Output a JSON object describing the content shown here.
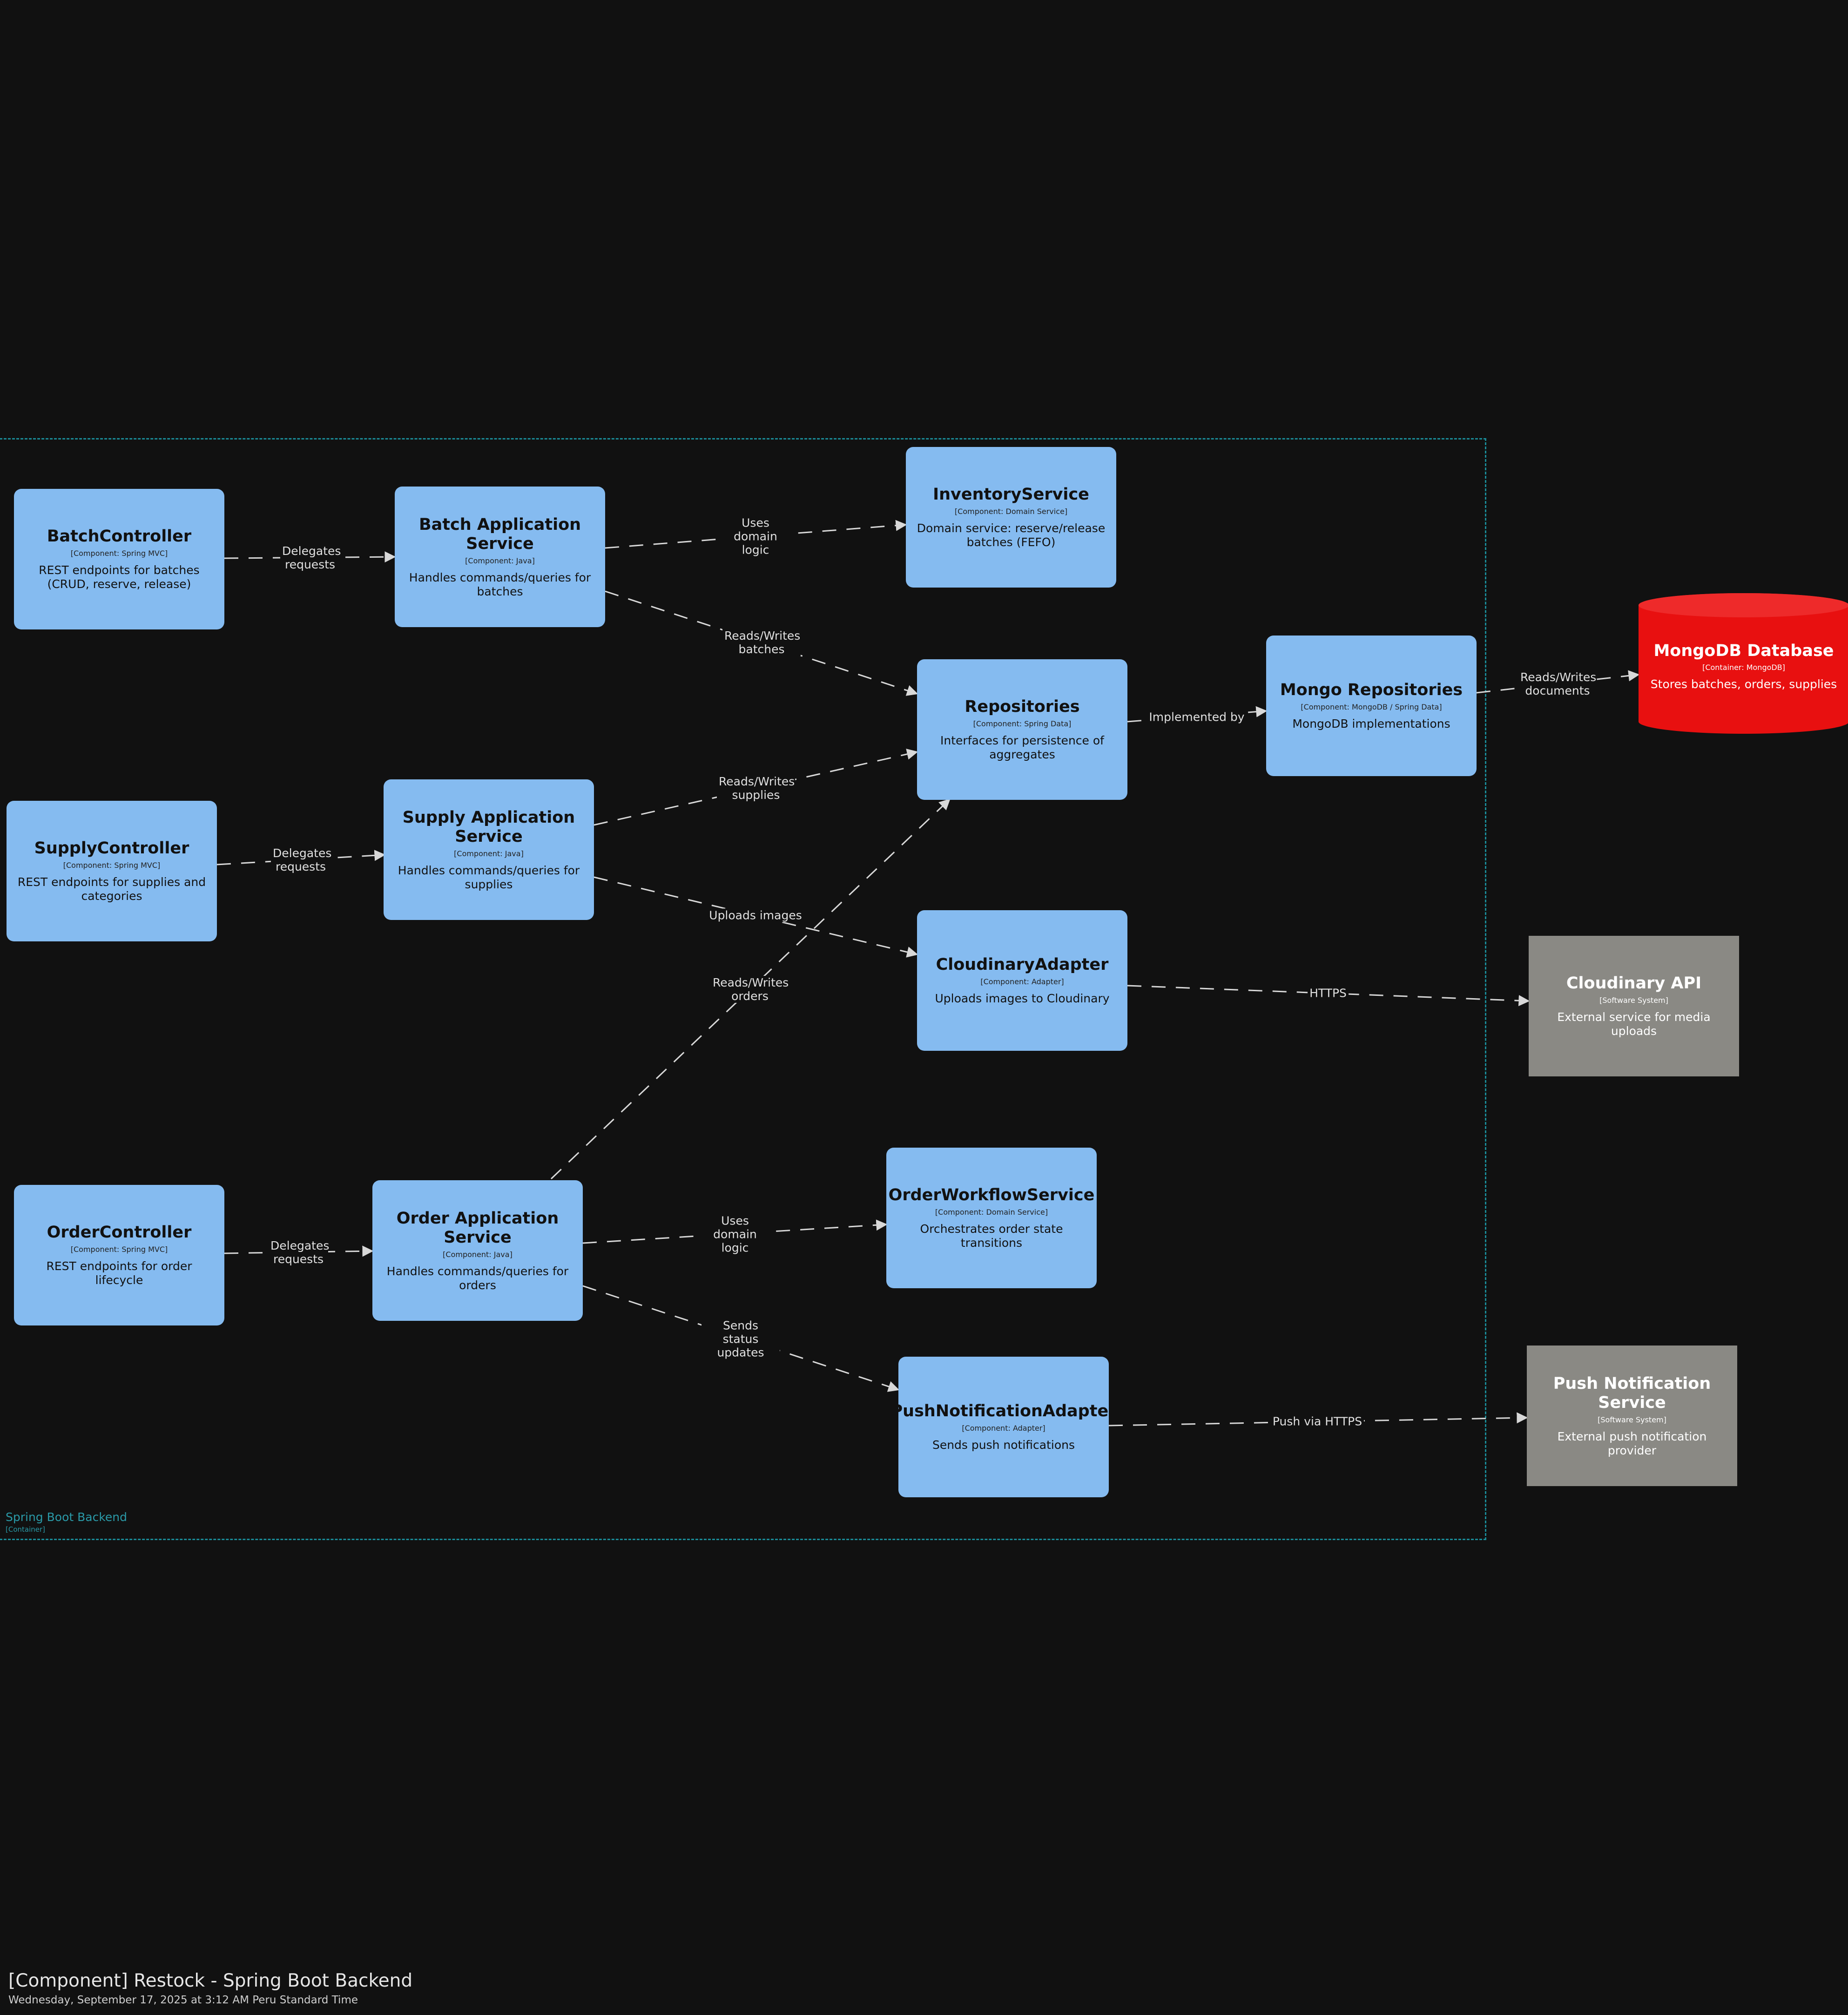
{
  "diagram": {
    "title": "[Component] Restock - Spring Boot Backend",
    "date": "Wednesday, September 17, 2025 at 3:12 AM Peru Standard Time",
    "boundary": {
      "label": "Spring Boot Backend",
      "type": "[Container]"
    },
    "colors": {
      "component": "#85bbf0",
      "external": "#8a8984",
      "database": "#e81010",
      "boundary": "#1a8a96",
      "edge": "#d8d8d8"
    },
    "nodes": [
      {
        "id": "batch-controller",
        "title": "BatchController",
        "type": "[Component: Spring MVC]",
        "desc": "REST endpoints for batches (CRUD, reserve, release)"
      },
      {
        "id": "batch-app-service",
        "title": "Batch Application Service",
        "type": "[Component: Java]",
        "desc": "Handles commands/queries for batches"
      },
      {
        "id": "inventory-service",
        "title": "InventoryService",
        "type": "[Component: Domain Service]",
        "desc": "Domain service: reserve/release batches (FEFO)"
      },
      {
        "id": "repositories",
        "title": "Repositories",
        "type": "[Component: Spring Data]",
        "desc": "Interfaces for persistence of aggregates"
      },
      {
        "id": "mongo-repositories",
        "title": "Mongo Repositories",
        "type": "[Component: MongoDB / Spring Data]",
        "desc": "MongoDB implementations"
      },
      {
        "id": "mongodb-database",
        "title": "MongoDB Database",
        "type": "[Container: MongoDB]",
        "desc": "Stores batches, orders, supplies"
      },
      {
        "id": "supply-controller",
        "title": "SupplyController",
        "type": "[Component: Spring MVC]",
        "desc": "REST endpoints for supplies and categories"
      },
      {
        "id": "supply-app-service",
        "title": "Supply Application Service",
        "type": "[Component: Java]",
        "desc": "Handles commands/queries for supplies"
      },
      {
        "id": "cloudinary-adapter",
        "title": "CloudinaryAdapter",
        "type": "[Component: Adapter]",
        "desc": "Uploads images to Cloudinary"
      },
      {
        "id": "cloudinary-api",
        "title": "Cloudinary API",
        "type": "[Software System]",
        "desc": "External service for media uploads"
      },
      {
        "id": "order-controller",
        "title": "OrderController",
        "type": "[Component: Spring MVC]",
        "desc": "REST endpoints for order lifecycle"
      },
      {
        "id": "order-app-service",
        "title": "Order Application Service",
        "type": "[Component: Java]",
        "desc": "Handles commands/queries for orders"
      },
      {
        "id": "order-workflow-service",
        "title": "OrderWorkflowService",
        "type": "[Component: Domain Service]",
        "desc": "Orchestrates order state transitions"
      },
      {
        "id": "push-notification-adapter",
        "title": "PushNotificationAdapter",
        "type": "[Component: Adapter]",
        "desc": "Sends push notifications"
      },
      {
        "id": "push-notification-service",
        "title": "Push Notification Service",
        "type": "[Software System]",
        "desc": "External push notification provider"
      }
    ],
    "edges": [
      {
        "label": "Delegates requests"
      },
      {
        "label": "Uses domain logic"
      },
      {
        "label": "Reads/Writes batches"
      },
      {
        "label": "Implemented by"
      },
      {
        "label": "Reads/Writes documents"
      },
      {
        "label": "Delegates requests"
      },
      {
        "label": "Reads/Writes supplies"
      },
      {
        "label": "Uploads images"
      },
      {
        "label": "HTTPS"
      },
      {
        "label": "Reads/Writes orders"
      },
      {
        "label": "Delegates requests"
      },
      {
        "label": "Uses domain logic"
      },
      {
        "label": "Sends status updates"
      },
      {
        "label": "Push via HTTPS"
      }
    ]
  }
}
